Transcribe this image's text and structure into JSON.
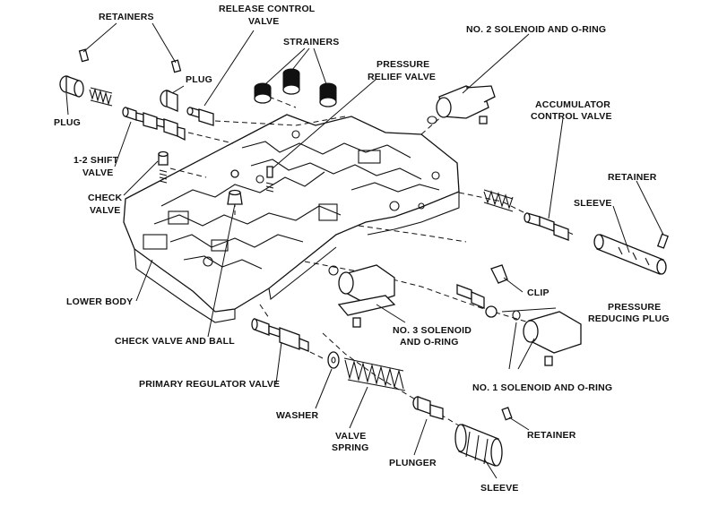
{
  "labels": {
    "retainers": "RETAINERS",
    "release_control_l1": "RELEASE CONTROL",
    "release_control_l2": "VALVE",
    "strainers": "STRAINERS",
    "no2_solenoid": "NO. 2 SOLENOID AND O-RING",
    "plug_top": "PLUG",
    "pressure_relief_l1": "PRESSURE",
    "pressure_relief_l2": "RELIEF VALVE",
    "plug_left": "PLUG",
    "accumulator_l1": "ACCUMULATOR",
    "accumulator_l2": "CONTROL VALVE",
    "shift_valve_l1": "1-2 SHIFT",
    "shift_valve_l2": "VALVE",
    "check_valve_l1": "CHECK",
    "check_valve_l2": "VALVE",
    "retainer_right": "RETAINER",
    "sleeve_right": "SLEEVE",
    "clip": "CLIP",
    "lower_body": "LOWER BODY",
    "pressure_reducing_l1": "PRESSURE",
    "pressure_reducing_l2": "REDUCING PLUG",
    "no3_solenoid_l1": "NO. 3 SOLENOID",
    "no3_solenoid_l2": "AND O-RING",
    "check_valve_ball": "CHECK VALVE AND BALL",
    "primary_regulator": "PRIMARY REGULATOR VALVE",
    "no1_solenoid": "NO. 1 SOLENOID AND O-RING",
    "washer": "WASHER",
    "valve_spring_l1": "VALVE",
    "valve_spring_l2": "SPRING",
    "retainer_bottom": "RETAINER",
    "plunger": "PLUNGER",
    "sleeve_bottom": "SLEEVE"
  }
}
